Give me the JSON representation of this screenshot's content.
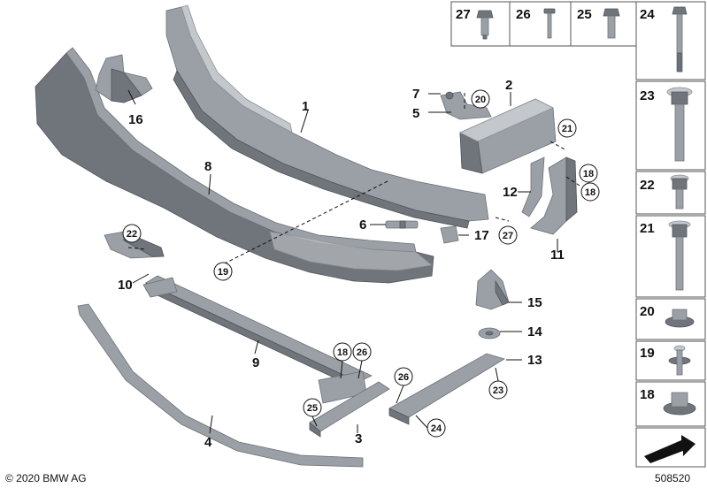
{
  "labels": {
    "p1": "1",
    "p2": "2",
    "p3": "3",
    "p4": "4",
    "p5": "5",
    "p6": "6",
    "p7": "7",
    "p8": "8",
    "p9": "9",
    "p10": "10",
    "p11": "11",
    "p12": "12",
    "p13": "13",
    "p14": "14",
    "p15": "15",
    "p16": "16",
    "p17": "17"
  },
  "callouts": {
    "c20": "20",
    "c21": "21",
    "c18a": "18",
    "c18b": "18",
    "c27": "27",
    "c22": "22",
    "c19": "19",
    "c18c": "18",
    "c26a": "26",
    "c25": "25",
    "c26b": "26",
    "c24": "24",
    "c23": "23"
  },
  "fasteners_top": [
    "27",
    "26",
    "25",
    "24"
  ],
  "fasteners_side": [
    "23",
    "22",
    "21",
    "20",
    "19",
    "18"
  ],
  "footer": {
    "copyright": "© 2020 BMW AG",
    "diagram_number": "508520"
  }
}
